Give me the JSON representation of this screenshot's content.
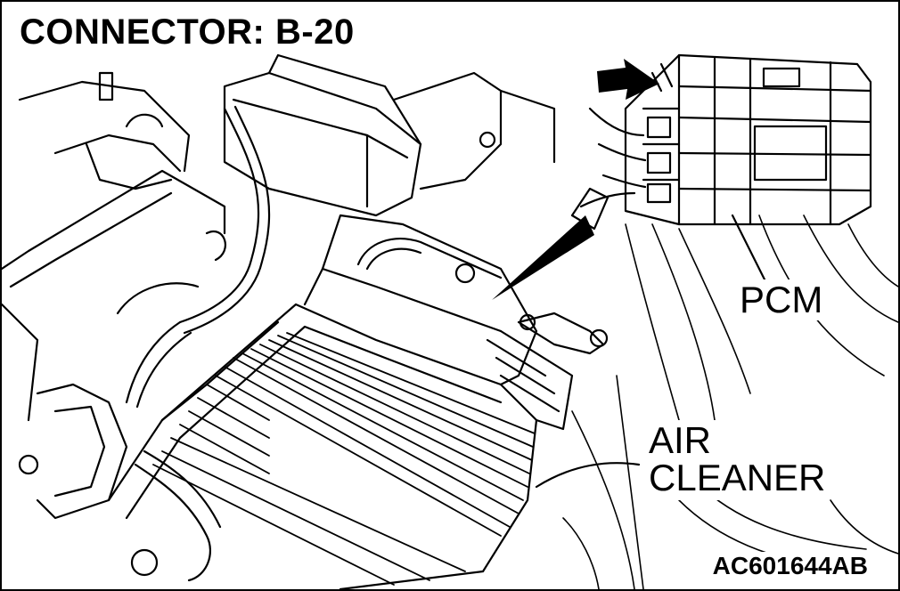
{
  "title": "CONNECTOR: B-20",
  "labels": {
    "pcm": "PCM",
    "air_line1": "AIR",
    "air_line2": "CLEANER"
  },
  "figure_code": "AC601644AB",
  "colors": {
    "line": "#000000",
    "background": "#ffffff"
  }
}
